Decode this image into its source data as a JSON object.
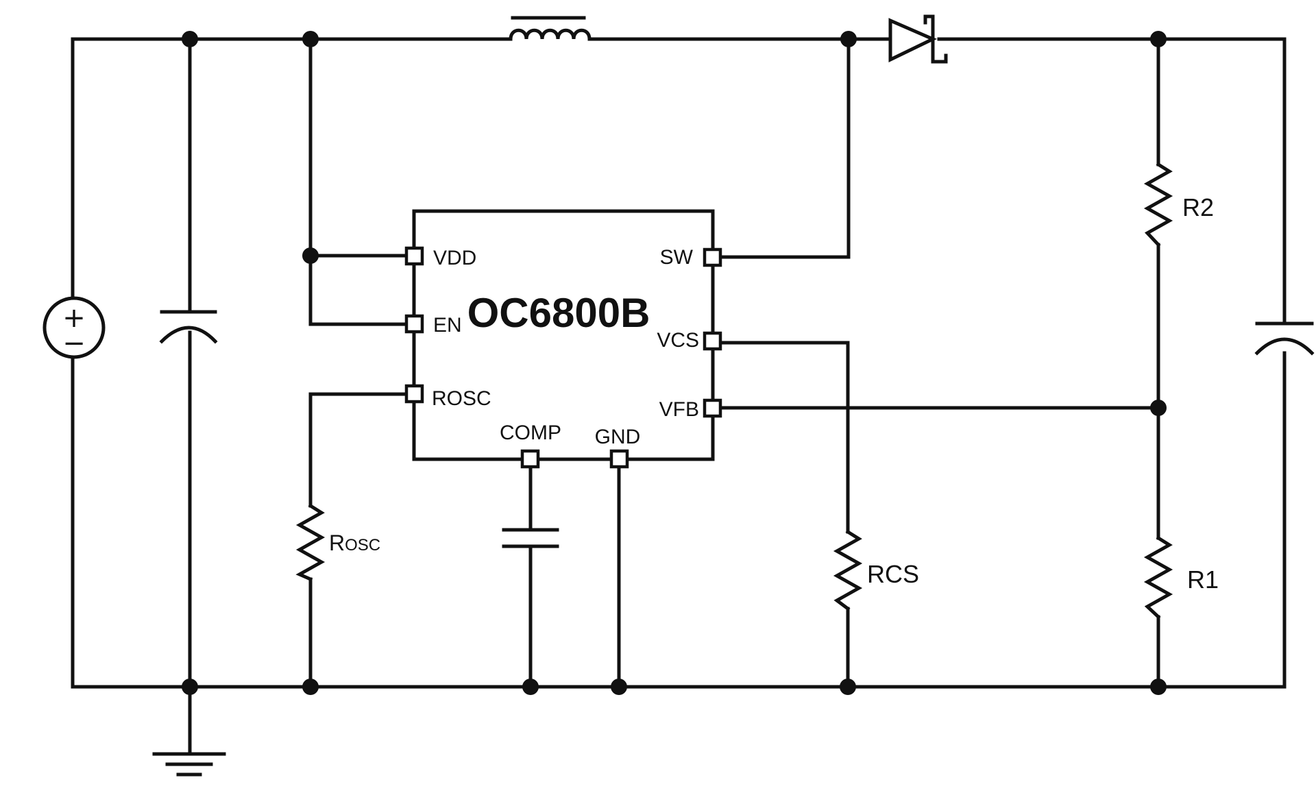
{
  "chip": {
    "name": "OC6800B",
    "pins": {
      "vdd": "VDD",
      "en": "EN",
      "rosc": "ROSC",
      "sw": "SW",
      "vcs": "VCS",
      "vfb": "VFB",
      "comp": "COMP",
      "gnd": "GND"
    }
  },
  "components": {
    "r2": "R2",
    "r1": "R1",
    "rcs": "RCS",
    "rosc_r": "R",
    "rosc_sub": "OSC"
  },
  "source": {
    "plus": "+",
    "minus": "−"
  },
  "colors": {
    "wire": "#111111",
    "background": "#ffffff"
  },
  "icons": {
    "source": "dc-voltage-source-icon",
    "ground": "ground-symbol-icon",
    "inductor": "inductor-icon",
    "diode": "schottky-diode-icon",
    "capacitor": "capacitor-icon",
    "resistor": "resistor-icon"
  }
}
